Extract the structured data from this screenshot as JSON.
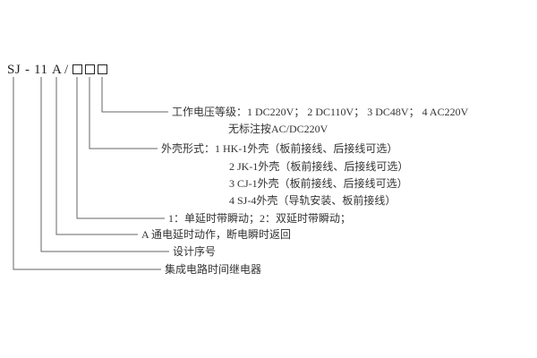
{
  "model_code": {
    "series": "SJ",
    "dash": "-",
    "design_number": "11",
    "action_code": "A",
    "slash": "/"
  },
  "annotations": {
    "voltage": {
      "line1": "工作电压等级：1 DC220V；  2 DC110V；  3 DC48V；  4 AC220V",
      "line2": "无标注按AC/DC220V"
    },
    "case": {
      "line1": "外壳形式：1   HK-1外壳（板前接线、后接线可选）",
      "line2": "2   JK-1外壳（板前接线、后接线可选）",
      "line3": "3   CJ-1外壳（板前接线、后接线可选）",
      "line4": "4   SJ-4外壳（导轨安装、板前接线）"
    },
    "delay_type": "1：单延时带瞬动；2：双延时带瞬动；",
    "action_mode": "A  通电延时动作，断电瞬时返回",
    "design_serial": "设计序号",
    "product_name": "集成电路时间继电器"
  },
  "colors": {
    "text": "#333333",
    "line": "#666666",
    "background": "#ffffff"
  }
}
